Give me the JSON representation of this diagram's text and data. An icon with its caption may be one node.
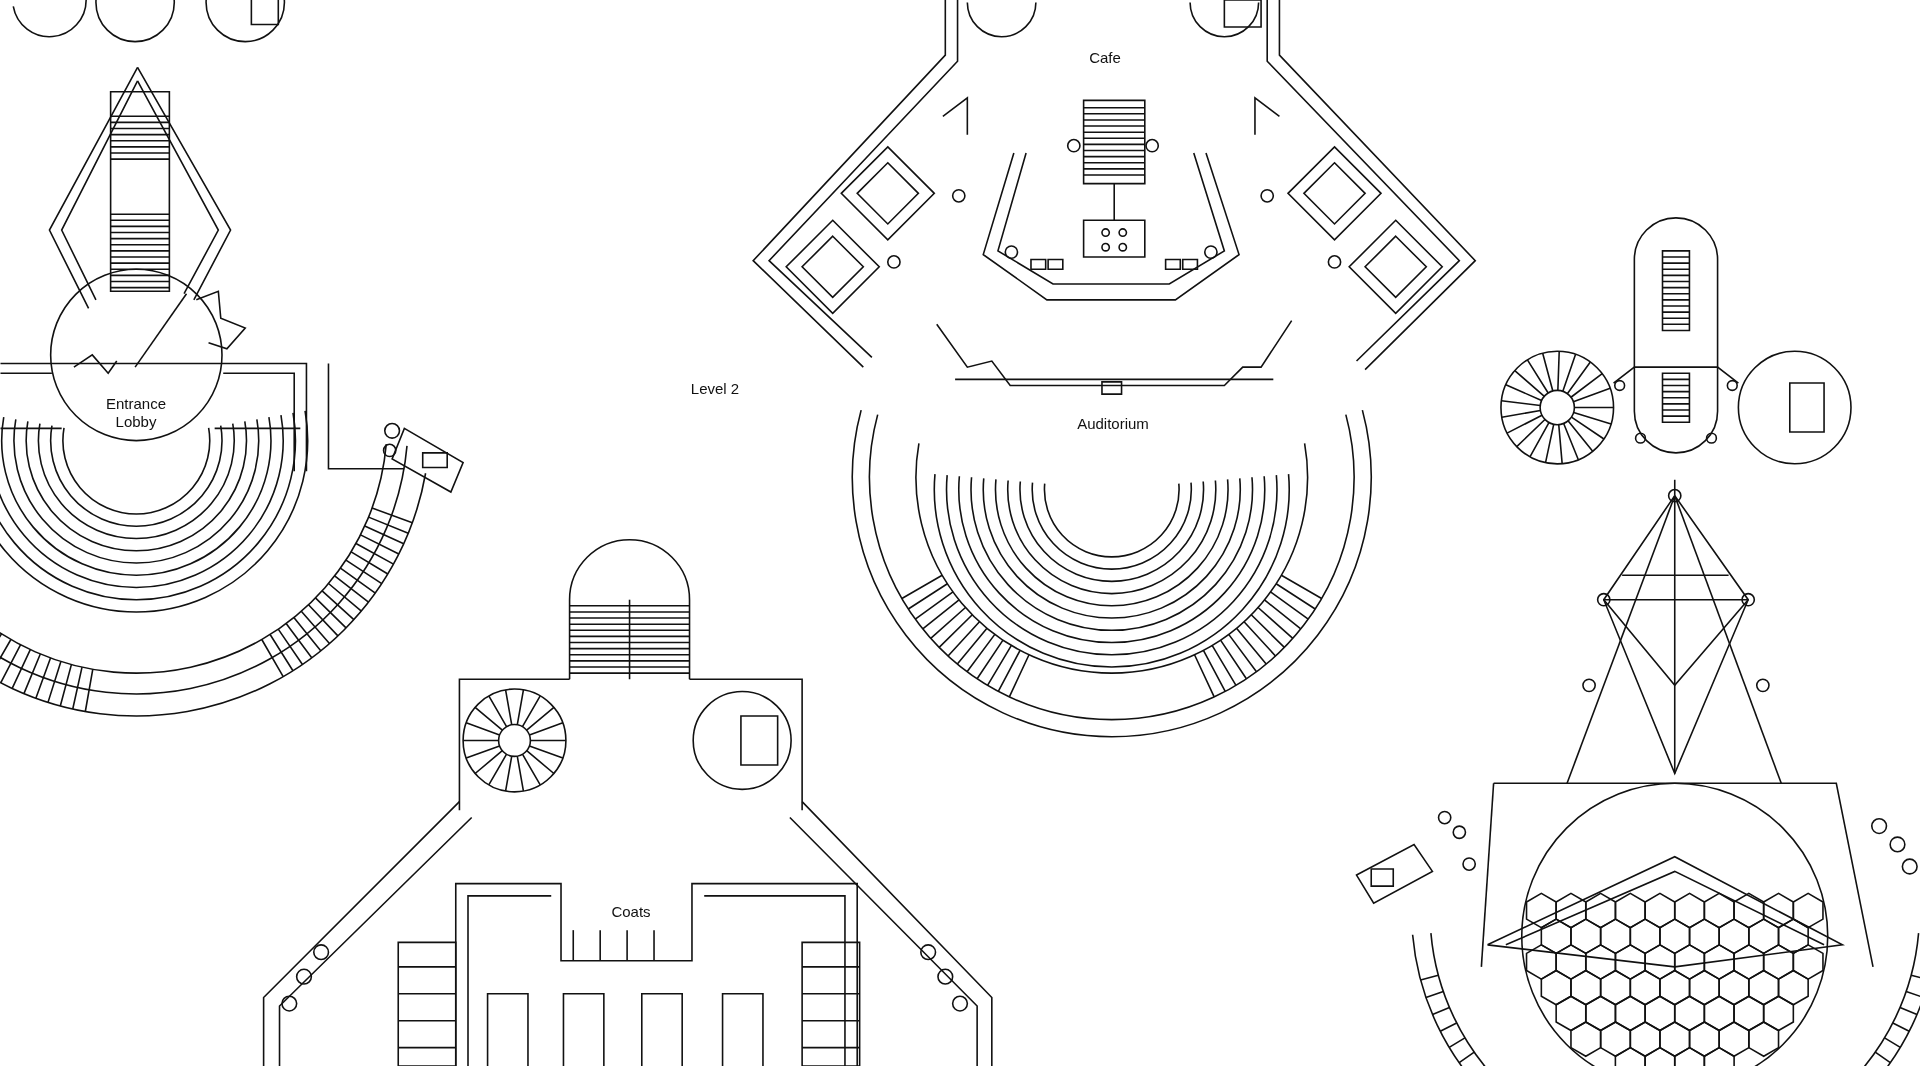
{
  "diagram": {
    "labels": [
      "Cafe",
      "Entrance Lobby",
      "Level 2",
      "Auditorium",
      "Coats"
    ]
  }
}
